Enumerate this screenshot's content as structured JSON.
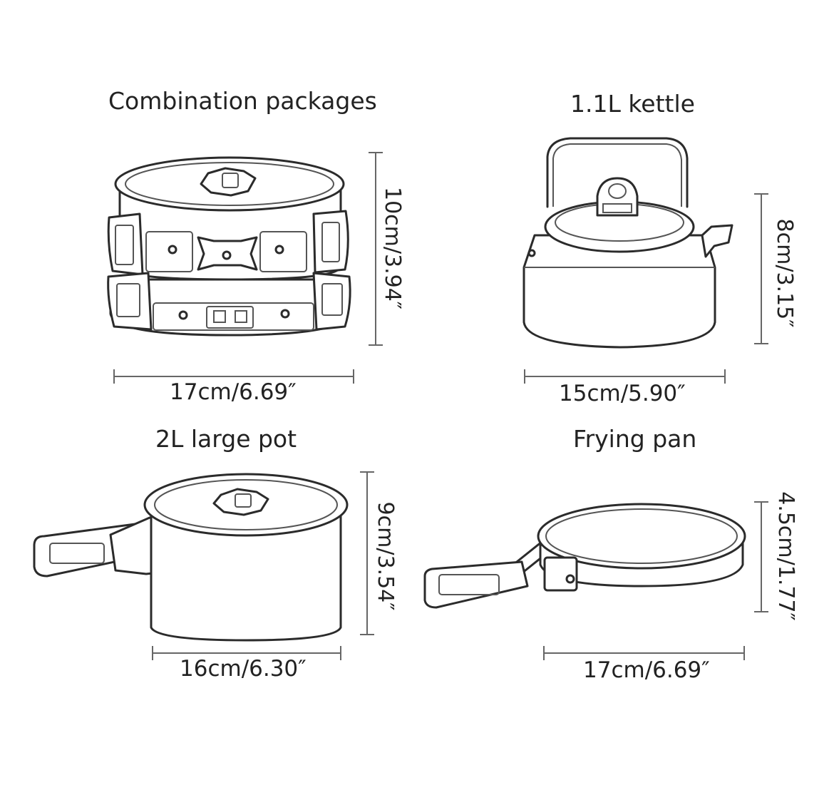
{
  "items": [
    {
      "title": "Combination packages",
      "width": "17cm/6.69″",
      "height": "10cm/3.94″",
      "icon": "nested-pots-icon"
    },
    {
      "title": "1.1L kettle",
      "width": "15cm/5.90″",
      "height": "8cm/3.15″",
      "icon": "kettle-icon"
    },
    {
      "title": "2L large pot",
      "width": "16cm/6.30″",
      "height": "9cm/3.54″",
      "icon": "pot-icon"
    },
    {
      "title": "Frying pan",
      "width": "17cm/6.69″",
      "height": "4.5cm/1.77″",
      "icon": "frying-pan-icon"
    }
  ],
  "colors": {
    "line": "#2b2b2b",
    "dimension": "#666666",
    "background": "#ffffff"
  }
}
